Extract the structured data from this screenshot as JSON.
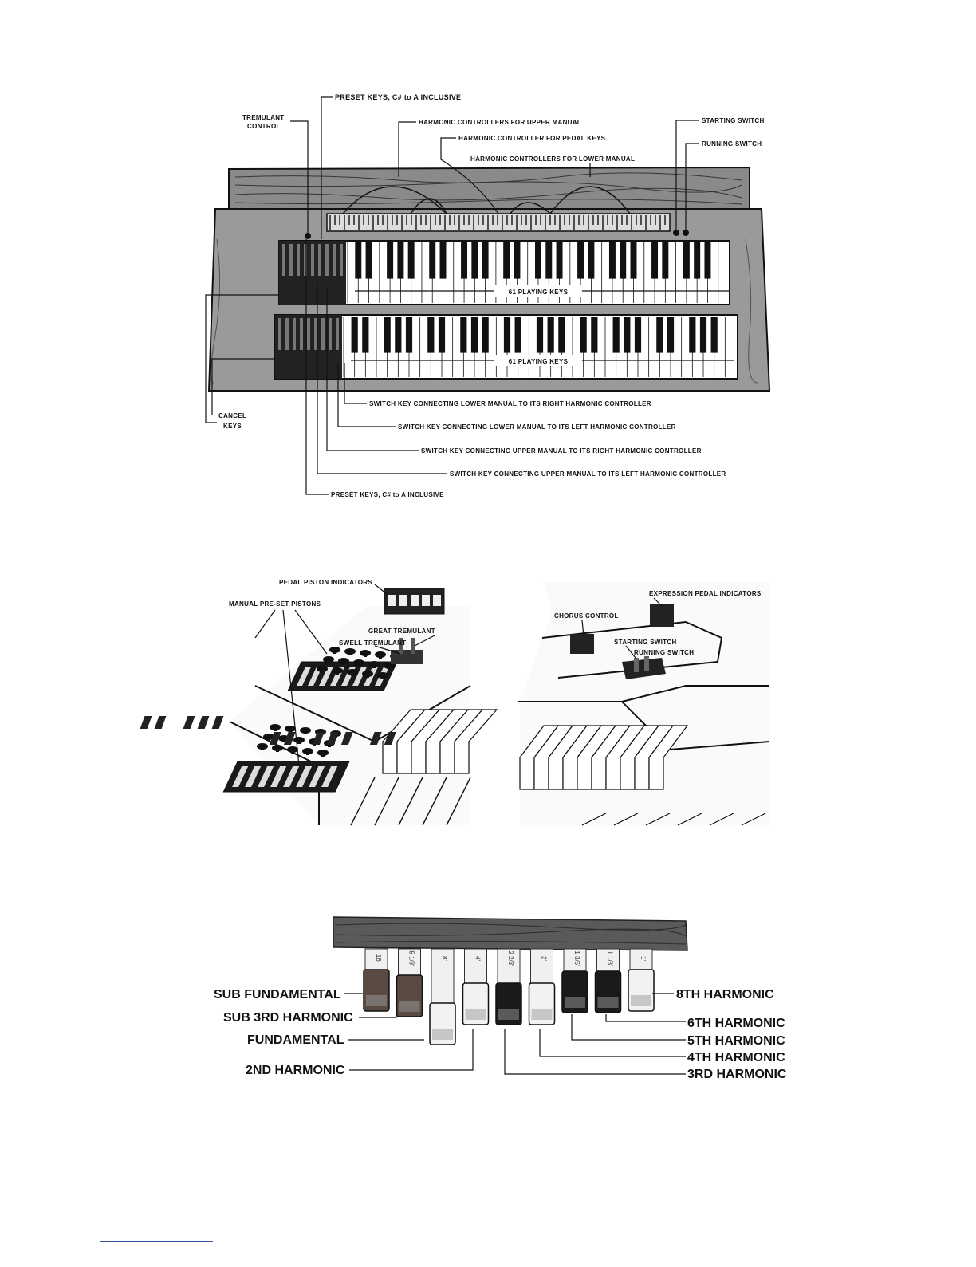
{
  "figure1": {
    "labels": {
      "preset_keys_top": "PRESET KEYS, C# to A INCLUSIVE",
      "tremulant_control_1": "TREMULANT",
      "tremulant_control_2": "CONTROL",
      "harm_upper": "HARMONIC CONTROLLERS FOR UPPER MANUAL",
      "harm_pedal": "HARMONIC CONTROLLER FOR PEDAL KEYS",
      "harm_lower": "HARMONIC CONTROLLERS FOR LOWER MANUAL",
      "starting_switch": "STARTING SWITCH",
      "running_switch": "RUNNING SWITCH",
      "upper_playing_keys": "61 PLAYING KEYS",
      "lower_playing_keys": "61 PLAYING KEYS",
      "cancel_keys_1": "CANCEL",
      "cancel_keys_2": "KEYS",
      "switch_lower_right": "SWITCH KEY CONNECTING LOWER MANUAL TO ITS RIGHT HARMONIC CONTROLLER",
      "switch_lower_left": "SWITCH KEY CONNECTING LOWER MANUAL TO ITS LEFT HARMONIC CONTROLLER",
      "switch_upper_right": "SWITCH KEY CONNECTING UPPER MANUAL TO ITS RIGHT HARMONIC CONTROLLER",
      "switch_upper_left": "SWITCH KEY CONNECTING UPPER MANUAL TO ITS LEFT HARMONIC CONTROLLER",
      "preset_keys_bottom": "PRESET KEYS, C# to A INCLUSIVE"
    }
  },
  "figure2": {
    "labels": {
      "pedal_piston_indicators": "PEDAL PISTON INDICATORS",
      "manual_preset_pistons": "MANUAL PRE-SET PISTONS",
      "swell_tremulant": "SWELL TREMULANT",
      "great_tremulant": "GREAT TREMULANT"
    }
  },
  "figure3": {
    "labels": {
      "expression_pedal_indicators": "EXPRESSION PEDAL INDICATORS",
      "chorus_control": "CHORUS CONTROL",
      "starting_switch": "STARTING SWITCH",
      "running_switch": "RUNNING SWITCH"
    }
  },
  "figure4": {
    "labels": {
      "sub_fundamental": "SUB FUNDAMENTAL",
      "sub_3rd_harmonic": "SUB 3RD HARMONIC",
      "fundamental": "FUNDAMENTAL",
      "second_harmonic": "2ND HARMONIC",
      "eighth_harmonic": "8TH HARMONIC",
      "sixth_harmonic": "6TH HARMONIC",
      "fifth_harmonic": "5TH HARMONIC",
      "fourth_harmonic": "4TH HARMONIC",
      "third_harmonic": "3RD HARMONIC"
    },
    "drawbars": [
      {
        "tab": "16'",
        "color": "#5a4a42"
      },
      {
        "tab": "5 1/3'",
        "color": "#5a4a42"
      },
      {
        "tab": "8'",
        "color": "#f2f2f2"
      },
      {
        "tab": "4'",
        "color": "#f2f2f2"
      },
      {
        "tab": "2 2/3'",
        "color": "#1a1a1a"
      },
      {
        "tab": "2'",
        "color": "#f2f2f2"
      },
      {
        "tab": "1 3/5'",
        "color": "#1a1a1a"
      },
      {
        "tab": "1 1/3'",
        "color": "#1a1a1a"
      },
      {
        "tab": "1'",
        "color": "#f2f2f2"
      }
    ]
  }
}
